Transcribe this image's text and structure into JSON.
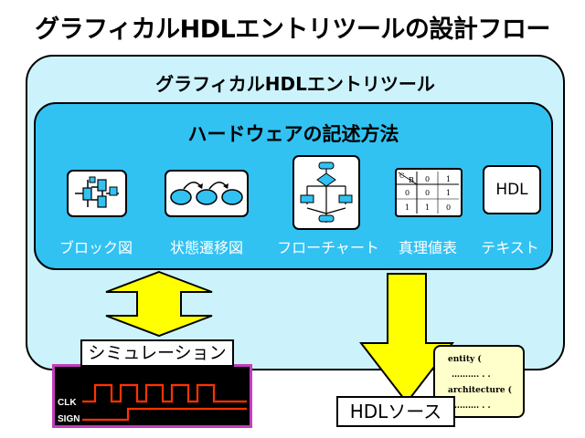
{
  "title": "グラフィカルHDLエントリツールの設計フロー",
  "tool": {
    "title": "グラフィカルHDLエントリツール",
    "section_title": "ハードウェアの記述方法",
    "methods": [
      {
        "label": "ブロック図",
        "icon": "block-diagram-icon"
      },
      {
        "label": "状態遷移図",
        "icon": "state-transition-icon"
      },
      {
        "label": "フローチャート",
        "icon": "flowchart-icon"
      },
      {
        "label": "真理値表",
        "icon": "truth-table-icon"
      },
      {
        "label": "テキスト",
        "icon": "hdl-text-icon",
        "icon_text": "HDL"
      }
    ],
    "truth_table": {
      "header": [
        "C",
        "B",
        "0",
        "1"
      ],
      "rows": [
        [
          "0",
          "0",
          "1"
        ],
        [
          "1",
          "1",
          "0"
        ]
      ]
    }
  },
  "simulation": {
    "label": "シミュレーション",
    "signals": [
      "CLK",
      "SIGN"
    ]
  },
  "hdl_source": {
    "label": "HDLソース",
    "code_lines": [
      "entity (",
      "………. . .",
      "architecture (",
      "………. . ."
    ]
  },
  "colors": {
    "outer_fill": "#ccf3fc",
    "inner_fill": "#31c2f2",
    "arrow_fill": "#ffff00",
    "waveform": "#ff3300",
    "sim_border": "#c23dbd",
    "code_fill": "#ffffcc"
  }
}
